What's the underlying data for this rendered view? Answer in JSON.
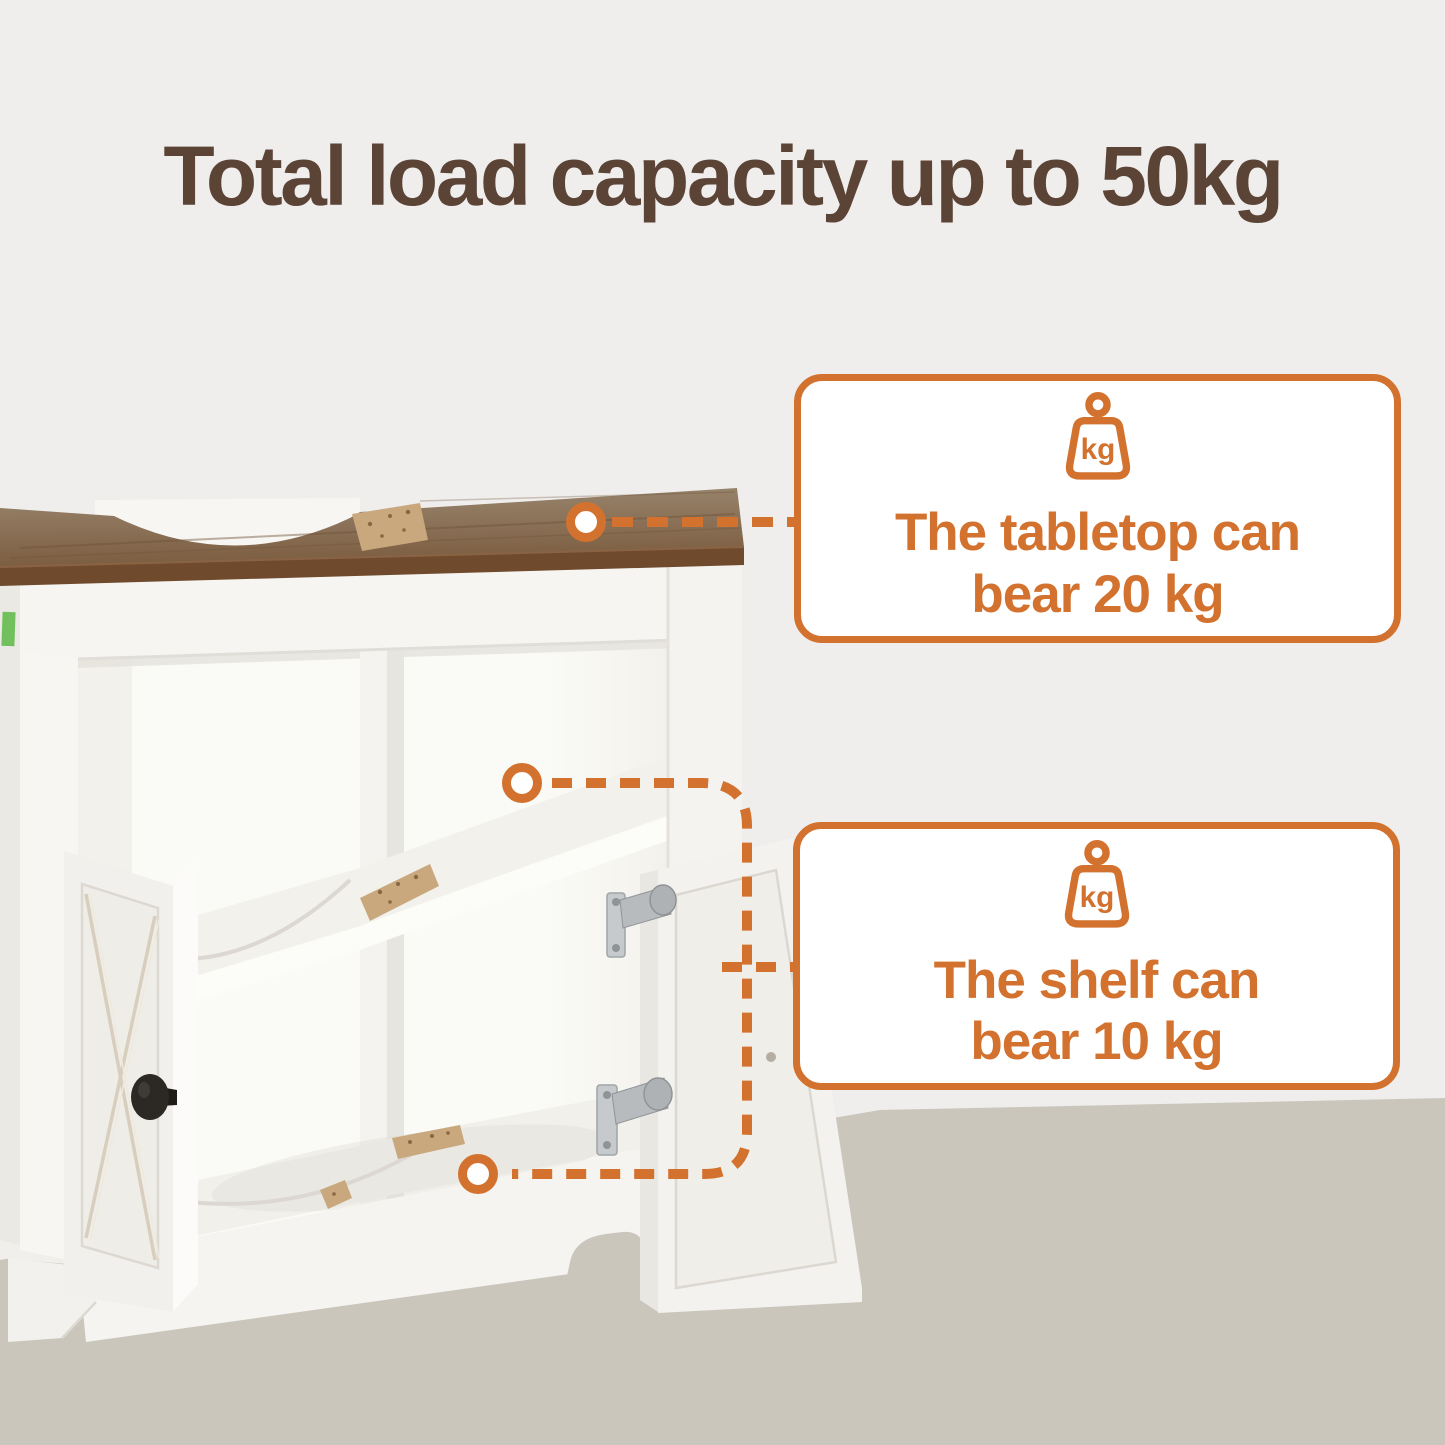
{
  "title": "Total load capacity up to 50kg",
  "callouts": [
    {
      "line1": "The tabletop can",
      "line2": "bear 20 kg"
    },
    {
      "line1": "The shelf can",
      "line2": "bear 10 kg"
    }
  ],
  "icons": {
    "kg_label": "kg",
    "weight_icon": "weight-kg-icon"
  },
  "markers": {
    "count": 3,
    "targets": [
      "tabletop",
      "middle shelf",
      "bottom shelf"
    ]
  },
  "colors": {
    "accent_orange": "#d2722e",
    "title_brown": "#5b4335",
    "background_top": "#efeeed",
    "background_bottom": "#cbc6bc",
    "wood_top": "#8a7560",
    "wood_front_edge": "#6f4a2c",
    "cabinet_white": "#f4f2ee",
    "chipboard_tan": "#c9a87d",
    "knob_black": "#2c2824"
  },
  "scene_subject": "white under-sink bathroom cabinet with brown tabletop and two open doors"
}
